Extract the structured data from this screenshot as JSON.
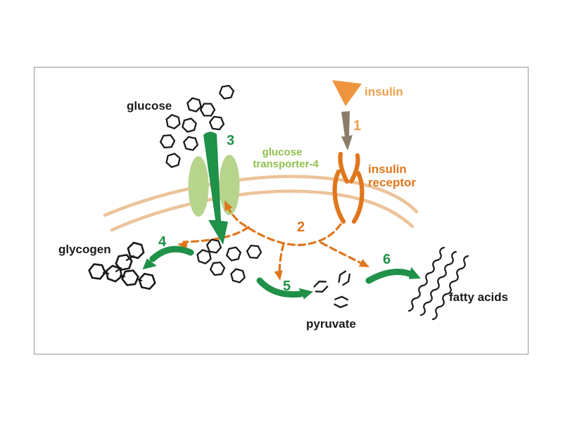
{
  "labels": {
    "glucose": "glucose",
    "glycogen": "glycogen",
    "pyruvate": "pyruvate",
    "fatty_acids": "fatty acids",
    "insulin": "insulin",
    "receptor_line1": "insulin",
    "receptor_line2": "receptor",
    "glut4_line1": "glucose",
    "glut4_line2": "transporter-4"
  },
  "steps": {
    "s1": "1",
    "s2": "2",
    "s3": "3",
    "s4": "4",
    "s5": "5",
    "s6": "6"
  },
  "colors": {
    "green_dark": "#1f9148",
    "green_light": "#b7d48c",
    "green_label": "#8fc04f",
    "orange_insulin": "#f0953f",
    "orange_text": "#ee9f4b",
    "orange_dark": "#e0761c",
    "membrane_tan": "#ecc49a",
    "arrow_gray": "#8b7d69",
    "text_black": "#1a1a1a",
    "frame_border": "#999999",
    "background": "#ffffff"
  }
}
